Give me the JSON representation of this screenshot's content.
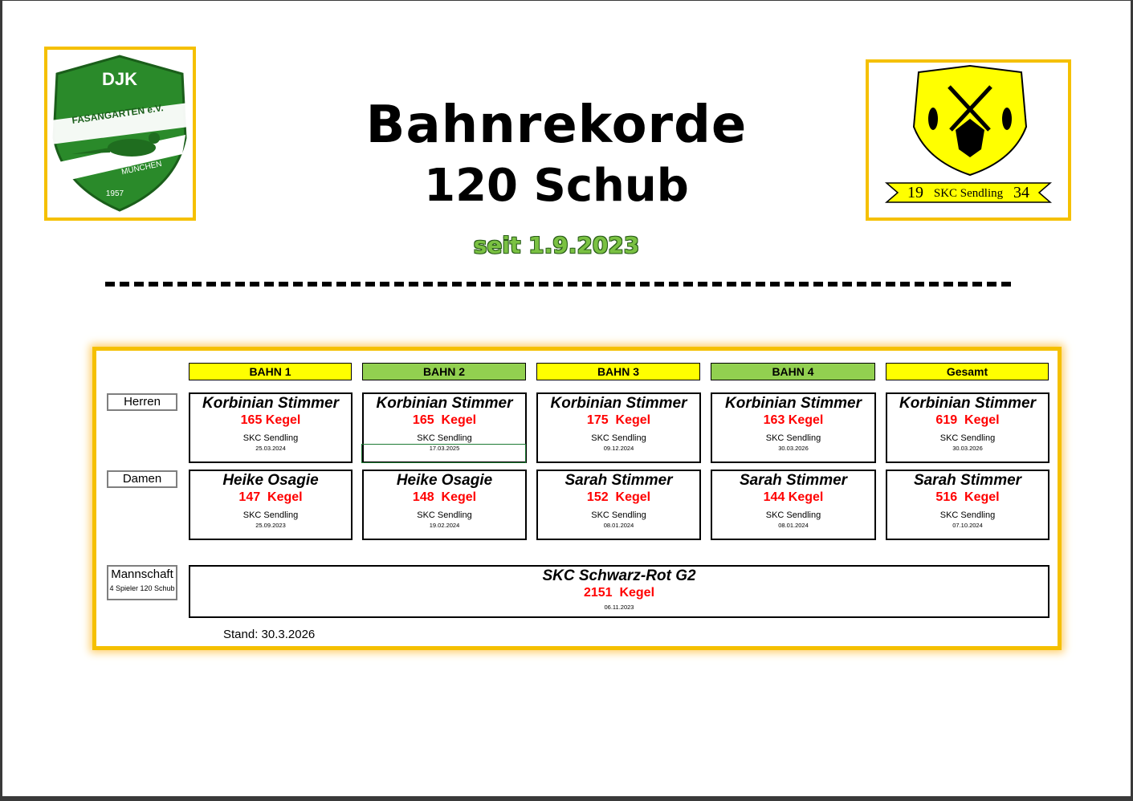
{
  "title_line1": "Bahnrekorde",
  "title_line2": "120 Schub",
  "since": "seit 1.9.2023",
  "logo_left": {
    "club": "DJK",
    "name": "FASANGARTEN e.V.",
    "city": "MÜNCHEN",
    "year": "1957"
  },
  "logo_right": {
    "year_left": "19",
    "name": "SKC Sendling",
    "year_right": "34"
  },
  "colors": {
    "yellow": "#ffff00",
    "green": "#92d050",
    "frame": "#f5c000",
    "kegel": "#ff0000"
  },
  "lanes": [
    {
      "label": "BAHN 1",
      "color": "yellow"
    },
    {
      "label": "BAHN 2",
      "color": "green"
    },
    {
      "label": "BAHN 3",
      "color": "yellow"
    },
    {
      "label": "BAHN 4",
      "color": "green"
    },
    {
      "label": "Gesamt",
      "color": "yellow"
    }
  ],
  "rows": {
    "herren": {
      "label": "Herren",
      "cells": [
        {
          "name": "Korbinian Stimmer",
          "kegel": "165 Kegel",
          "club": "SKC Sendling",
          "date": "25.03.2024"
        },
        {
          "name": "Korbinian Stimmer",
          "kegel": "165  Kegel",
          "club": "SKC Sendling",
          "date": "17.03.2025"
        },
        {
          "name": "Korbinian Stimmer",
          "kegel": "175  Kegel",
          "club": "SKC Sendling",
          "date": "09.12.2024"
        },
        {
          "name": "Korbinian Stimmer",
          "kegel": "163 Kegel",
          "club": "SKC Sendling",
          "date": "30.03.2026"
        },
        {
          "name": "Korbinian Stimmer",
          "kegel": "619  Kegel",
          "club": "SKC Sendling",
          "date": "30.03.2026"
        }
      ]
    },
    "damen": {
      "label": "Damen",
      "cells": [
        {
          "name": "Heike Osagie",
          "kegel": "147  Kegel",
          "club": "SKC Sendling",
          "date": "25.09.2023"
        },
        {
          "name": "Heike Osagie",
          "kegel": "148  Kegel",
          "club": "SKC Sendling",
          "date": "19.02.2024"
        },
        {
          "name": "Sarah Stimmer",
          "kegel": "152  Kegel",
          "club": "SKC Sendling",
          "date": "08.01.2024"
        },
        {
          "name": "Sarah Stimmer",
          "kegel": "144 Kegel",
          "club": "SKC Sendling",
          "date": "08.01.2024"
        },
        {
          "name": "Sarah Stimmer",
          "kegel": "516  Kegel",
          "club": "SKC Sendling",
          "date": "07.10.2024"
        }
      ]
    }
  },
  "team": {
    "label": "Mannschaft",
    "sublabel": "4 Spieler 120 Schub",
    "name": "SKC Schwarz-Rot G2",
    "kegel": "2151  Kegel",
    "date": "06.11.2023"
  },
  "stand": "Stand: 30.3.2026"
}
